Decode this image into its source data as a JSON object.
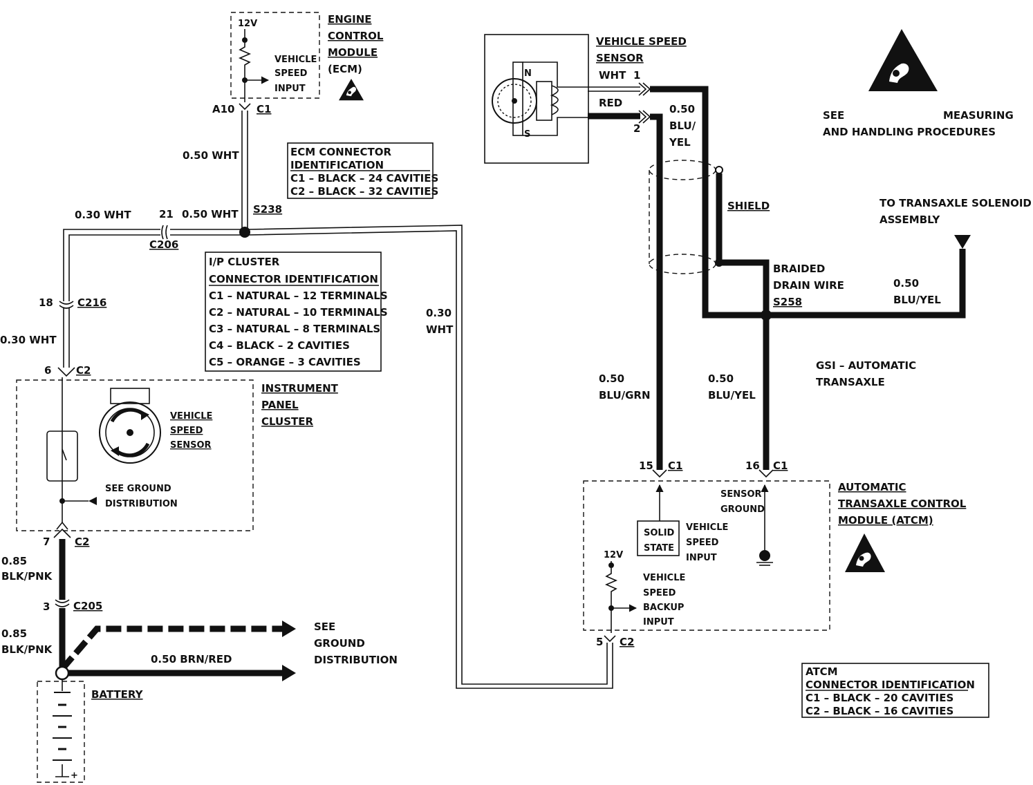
{
  "ecm": {
    "title_lines": [
      "ENGINE",
      "CONTROL",
      "MODULE",
      "(ECM)"
    ],
    "voltage": "12V",
    "input_lines": [
      "VEHICLE",
      "SPEED",
      "INPUT"
    ],
    "pin": "A10",
    "connector": "C1"
  },
  "ecm_connector_id": {
    "lines": [
      "ECM CONNECTOR",
      "IDENTIFICATION",
      "C1 – BLACK – 24 CAVITIES",
      "C2 – BLACK – 32 CAVITIES"
    ]
  },
  "wire_labels": {
    "ecm_wire": "0.50 WHT",
    "s238_left": "0.50 WHT",
    "c206_left": "0.30 WHT",
    "c216_below": "0.30 WHT",
    "right_loop_1": "0.30",
    "right_loop_2": "WHT",
    "bat_upper_1": "0.85",
    "bat_upper_2": "BLK/PNK",
    "bat_lower_1": "0.85",
    "bat_lower_2": "BLK/PNK",
    "brn_red": "0.50 BRN/RED",
    "vss_blu_yel_1": "0.50",
    "vss_blu_yel_2": "BLU/",
    "vss_blu_yel_3": "YEL",
    "blu_grn_1": "0.50",
    "blu_grn_2": "BLU/GRN",
    "blu_yel_down_1": "0.50",
    "blu_yel_down_2": "BLU/YEL",
    "solenoid_wire_1": "0.50",
    "solenoid_wire_2": "BLU/YEL"
  },
  "splices": {
    "s238": "S238",
    "s258": "S258"
  },
  "connectors": {
    "c206": "C206",
    "c206_pin": "21",
    "c216": "C216",
    "c216_pin": "18",
    "c2_top": "C2",
    "c2_top_pin": "6",
    "c2_bottom": "C2",
    "c2_bottom_pin": "7",
    "c205": "C205",
    "c205_pin": "3",
    "atcm_c1_a": "C1",
    "atcm_c1_a_pin": "15",
    "atcm_c1_b": "C1",
    "atcm_c1_b_pin": "16",
    "atcm_c2": "C2",
    "atcm_c2_pin": "5"
  },
  "ip_cluster_id": {
    "lines": [
      "I/P CLUSTER",
      "CONNECTOR IDENTIFICATION",
      "C1 – NATURAL – 12 TERMINALS",
      "C2 – NATURAL – 10 TERMINALS",
      "C3 – NATURAL – 8 TERMINALS",
      "C4 – BLACK – 2 CAVITIES",
      "C5 – ORANGE – 3 CAVITIES"
    ]
  },
  "cluster": {
    "title_lines": [
      "INSTRUMENT",
      "PANEL",
      "CLUSTER"
    ],
    "vss_lines": [
      "VEHICLE",
      "SPEED",
      "SENSOR"
    ],
    "ground_lines": [
      "SEE GROUND",
      "DISTRIBUTION"
    ]
  },
  "ground_dist": {
    "lines": [
      "SEE",
      "GROUND",
      "DISTRIBUTION"
    ]
  },
  "battery": {
    "label": "BATTERY"
  },
  "vss": {
    "title_lines": [
      "VEHICLE SPEED",
      "SENSOR"
    ],
    "pole_n": "N",
    "pole_s": "S",
    "wht": "WHT",
    "red": "RED",
    "pin1": "1",
    "pin2": "2"
  },
  "esd_note": {
    "line1_a": "SEE",
    "line1_b": "MEASURING",
    "line2": "AND HANDLING PROCEDURES"
  },
  "shield": "SHIELD",
  "drain": {
    "lines": [
      "BRAIDED",
      "DRAIN WIRE"
    ]
  },
  "solenoid": {
    "lines": [
      "TO TRANSAXLE SOLENOID",
      "ASSEMBLY"
    ]
  },
  "gsi": {
    "lines": [
      "GSI – AUTOMATIC",
      "TRANSAXLE"
    ]
  },
  "atcm": {
    "title_lines": [
      "AUTOMATIC",
      "TRANSAXLE CONTROL",
      "MODULE (ATCM)"
    ],
    "sensor_ground_lines": [
      "SENSOR",
      "GROUND"
    ],
    "solid_state_lines": [
      "SOLID",
      "STATE"
    ],
    "vsi_lines": [
      "VEHICLE",
      "SPEED",
      "INPUT"
    ],
    "voltage": "12V",
    "backup_lines": [
      "VEHICLE",
      "SPEED",
      "BACKUP",
      "INPUT"
    ]
  },
  "atcm_connector_id": {
    "lines": [
      "ATCM",
      "CONNECTOR IDENTIFICATION",
      "C1 – BLACK – 20 CAVITIES",
      "C2 – BLACK – 16 CAVITIES"
    ]
  }
}
